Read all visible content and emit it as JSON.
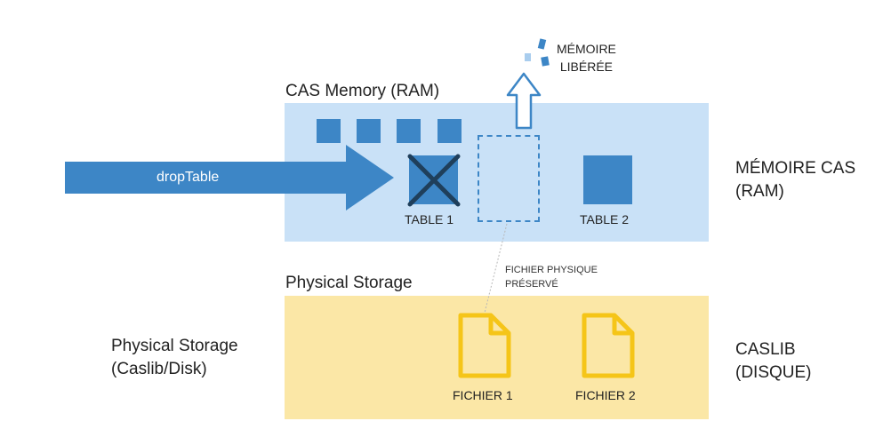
{
  "labels": {
    "ram_zone": "CAS Memory (RAM)",
    "storage_zone": "Physical Storage",
    "storage_left_line1": "Physical Storage",
    "storage_left_line2": "(Caslib/Disk)",
    "ram_right_line1": "MÉMOIRE CAS",
    "ram_right_line2": "(RAM)",
    "caslib_right_line1": "CASLIB",
    "caslib_right_line2": "(DISQUE)",
    "freed_line1": "MÉMOIRE",
    "freed_line2": "LIBÉRÉE",
    "preserved_line1": "FICHIER PHYSIQUE",
    "preserved_line2": "PRÉSERVÉ"
  },
  "action": "dropTable",
  "tables": [
    {
      "label": "TABLE 1",
      "status": "dropped"
    },
    {
      "label": "TABLE 2",
      "status": "in-memory"
    }
  ],
  "files": [
    {
      "label": "FICHIER 1"
    },
    {
      "label": "FICHIER 2"
    }
  ],
  "colors": {
    "ram_zone": "#c9e1f7",
    "storage_zone": "#fbe7a6",
    "memory_blue": "#3d86c6",
    "file_yellow": "#f5c518",
    "cross": "#1f3f5b"
  },
  "icons": {
    "drop_marker": "x-cross-icon",
    "file": "document-icon",
    "release": "up-arrow-icon"
  }
}
